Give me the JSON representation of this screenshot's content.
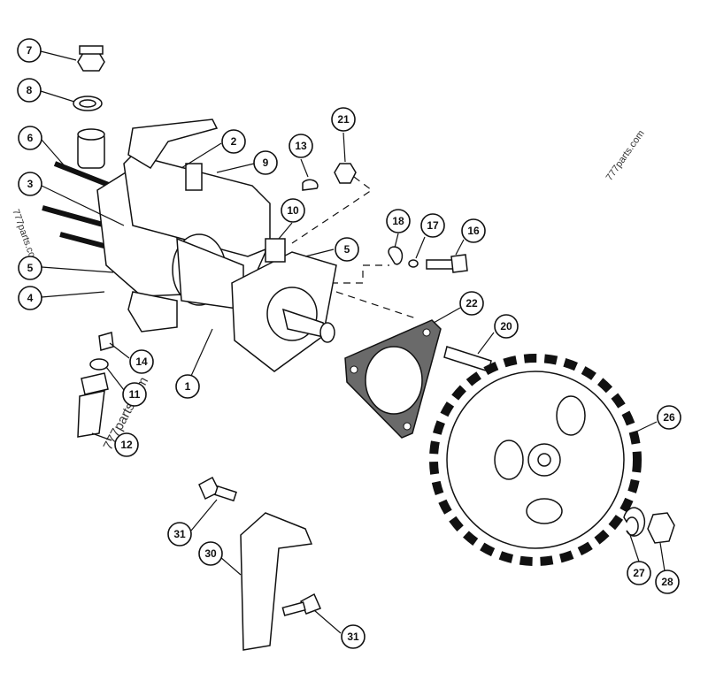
{
  "watermark": "777parts.com",
  "callouts": [
    {
      "id": "c7",
      "label": "7"
    },
    {
      "id": "c8",
      "label": "8"
    },
    {
      "id": "c6",
      "label": "6"
    },
    {
      "id": "c3",
      "label": "3"
    },
    {
      "id": "c5a",
      "label": "5"
    },
    {
      "id": "c4",
      "label": "4"
    },
    {
      "id": "c2",
      "label": "2"
    },
    {
      "id": "c9",
      "label": "9"
    },
    {
      "id": "c13",
      "label": "13"
    },
    {
      "id": "c21",
      "label": "21"
    },
    {
      "id": "c10",
      "label": "10"
    },
    {
      "id": "c5b",
      "label": "5"
    },
    {
      "id": "c18",
      "label": "18"
    },
    {
      "id": "c17",
      "label": "17"
    },
    {
      "id": "c16",
      "label": "16"
    },
    {
      "id": "c22",
      "label": "22"
    },
    {
      "id": "c20",
      "label": "20"
    },
    {
      "id": "c14",
      "label": "14"
    },
    {
      "id": "c11",
      "label": "11"
    },
    {
      "id": "c12",
      "label": "12"
    },
    {
      "id": "c1",
      "label": "1"
    },
    {
      "id": "c26",
      "label": "26"
    },
    {
      "id": "c31a",
      "label": "31"
    },
    {
      "id": "c30",
      "label": "30"
    },
    {
      "id": "c31b",
      "label": "31"
    },
    {
      "id": "c27",
      "label": "27"
    },
    {
      "id": "c28",
      "label": "28"
    }
  ]
}
